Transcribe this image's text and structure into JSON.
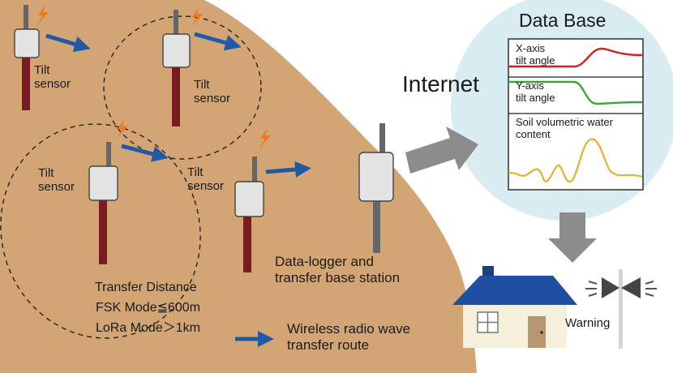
{
  "sensors": [
    {
      "label": "Tilt\nsensor"
    },
    {
      "label": "Tilt\nsensor"
    },
    {
      "label": "Tilt\nsensor"
    },
    {
      "label": "Tilt\nsensor"
    }
  ],
  "base_station": {
    "label": "Data-logger and\ntransfer base station"
  },
  "internet": {
    "label": "Internet"
  },
  "database": {
    "title": "Data Base",
    "panels": [
      {
        "label": "X-axis\ntilt angle",
        "line_color": "#d42020"
      },
      {
        "label": "Y-axis\ntilt angle",
        "line_color": "#3aa53a"
      },
      {
        "label": "Soil volumetric water\ncontent",
        "line_color": "#e8b030"
      }
    ]
  },
  "transfer_distance": {
    "title": "Transfer Distance",
    "fsk": "FSK Mode≦600m",
    "lora": "LoRa Mode＞1km"
  },
  "legend": {
    "label": "Wireless radio wave\ntransfer route"
  },
  "warning": {
    "label": "Warning"
  },
  "colors": {
    "ground": "#d4a574",
    "arrow_blue": "#1f5aa6",
    "arrow_gray": "#8c8c8c",
    "db_circle": "#d8ecf2",
    "roof": "#1f4fa0",
    "pole": "#7a1a22"
  }
}
